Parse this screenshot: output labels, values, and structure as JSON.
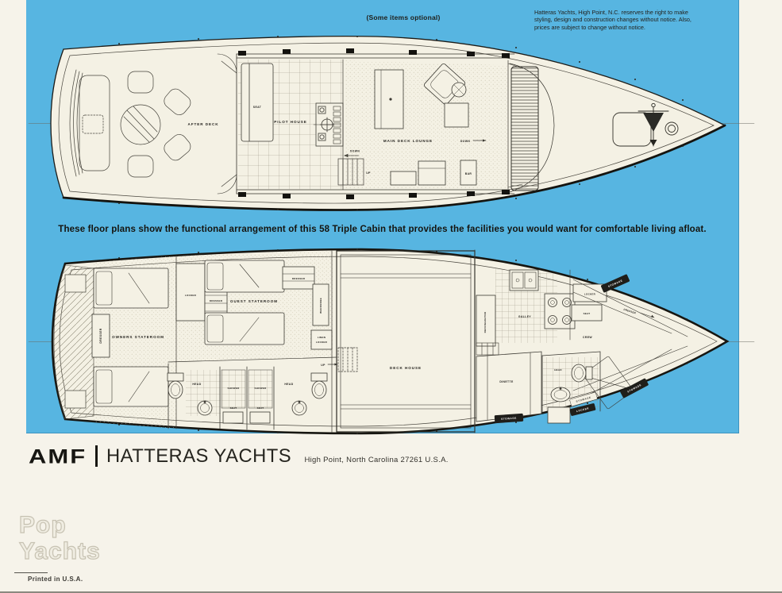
{
  "colors": {
    "panel_blue": "#57b5e1",
    "paper": "#f6f3ea",
    "hull_paper": "#f4f1e4",
    "ink": "#24221e",
    "tag_black": "#1f1e1a"
  },
  "header": {
    "optional_note": "(Some items optional)",
    "disclaimer_lines": [
      "Hatteras Yachts, High Point, N.C. reserves the right to make",
      "styling, design and construction changes without notice. Also,",
      "prices are subject to change without notice."
    ]
  },
  "caption": "These floor plans show the functional arrangement of this 58 Triple Cabin that provides the facilities you would want for comfortable living afloat.",
  "decks": {
    "main": {
      "labels": {
        "after_deck": "AFTER DECK",
        "seat_pilot": "SEAT",
        "pilot_house": "PILOT HOUSE",
        "down_mid": "DOWN",
        "up_mid": "UP",
        "main_deck_lounge": "MAIN DECK LOUNGE",
        "down_fwd": "DOWN",
        "bar": "BAR"
      }
    },
    "lower": {
      "labels": {
        "dresser_owners": "DRESSER",
        "owners_stateroom": "OWNERS STATEROOM",
        "locker_guest": "LOCKER",
        "dresser_guest_mid": "DRESSER",
        "guest_stateroom": "GUEST STATEROOM",
        "dresser_guest_fwd": "DRESSER",
        "wardrobe": "WARDROBE",
        "linen_line1": "LINEN",
        "linen_line2": "LOCKER",
        "head_port": "HEAD",
        "shower_port": "SHOWER",
        "shower_stbd": "SHOWER",
        "seat_port": "SEAT",
        "seat_stbd": "SEAT",
        "head_stbd": "HEAD",
        "up_stairs": "UP",
        "deck_house": "DECK HOUSE",
        "refrigerator": "REFRIGERATOR",
        "galley": "GALLEY",
        "locker_galley": "LOCKER",
        "seat_crew": "SEAT",
        "dresser_crew": "DRESSER",
        "crew": "CREW",
        "stowage_fwd": "STOWAGE",
        "dinette": "DINETTE",
        "head_bow": "HEAD",
        "stowage_tag_a": "STOWAGE",
        "locker_tag": "LOCKER",
        "stowage_tag_b": "STOWAGE",
        "stowage_tag_c": "STOWAGE"
      }
    }
  },
  "footer": {
    "brand": "AMF",
    "name": "HATTERAS YACHTS",
    "address": "High Point, North Carolina 27261 U.S.A.",
    "printed": "Printed in U.S.A."
  },
  "watermark": {
    "line1": "Pop",
    "line2": "Yachts"
  }
}
